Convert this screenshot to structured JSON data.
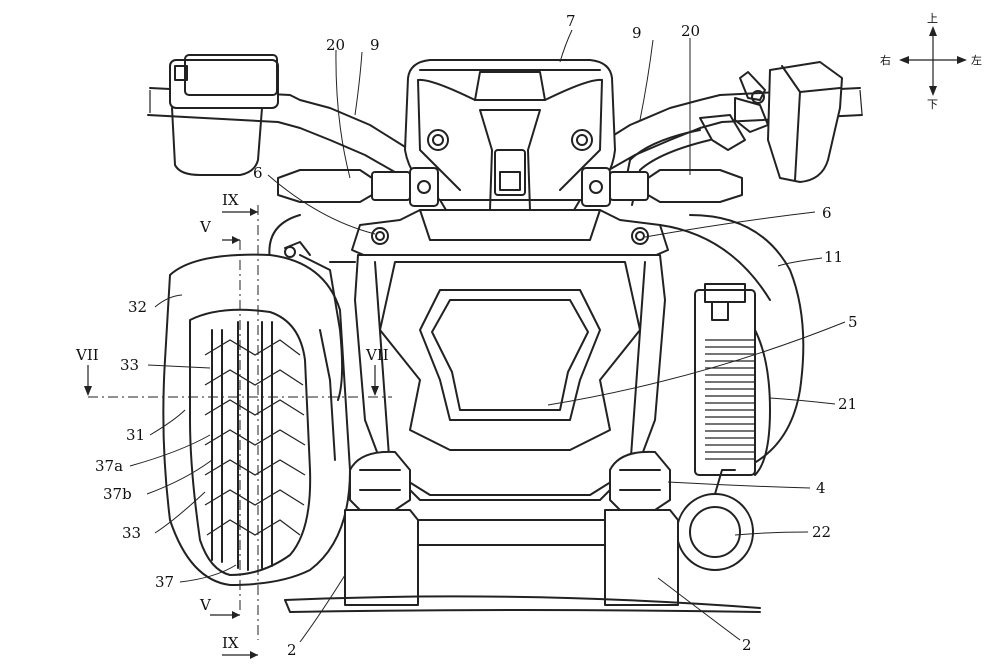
{
  "figure": {
    "part_labels": {
      "p7": "7",
      "p9_right": "9",
      "p9_left": "9",
      "p20_right": "20",
      "p20_left": "20",
      "p6_right": "6",
      "p6_left": "6",
      "p11": "11",
      "p32": "32",
      "p5": "5",
      "p33_top": "33",
      "p21": "21",
      "p31": "31",
      "p37a": "37a",
      "p37b": "37b",
      "p4": "4",
      "p33_bottom": "33",
      "p22": "22",
      "p37": "37",
      "p2_right": "2",
      "p2_left": "2"
    },
    "section_marks": {
      "ix_top": "IX",
      "v_top": "V",
      "vii_left": "VII",
      "vii_right": "VII",
      "v_bottom": "V",
      "ix_bottom": "IX"
    },
    "compass": {
      "up": "上",
      "down": "下",
      "right_side": "右",
      "left_side": "左"
    }
  }
}
